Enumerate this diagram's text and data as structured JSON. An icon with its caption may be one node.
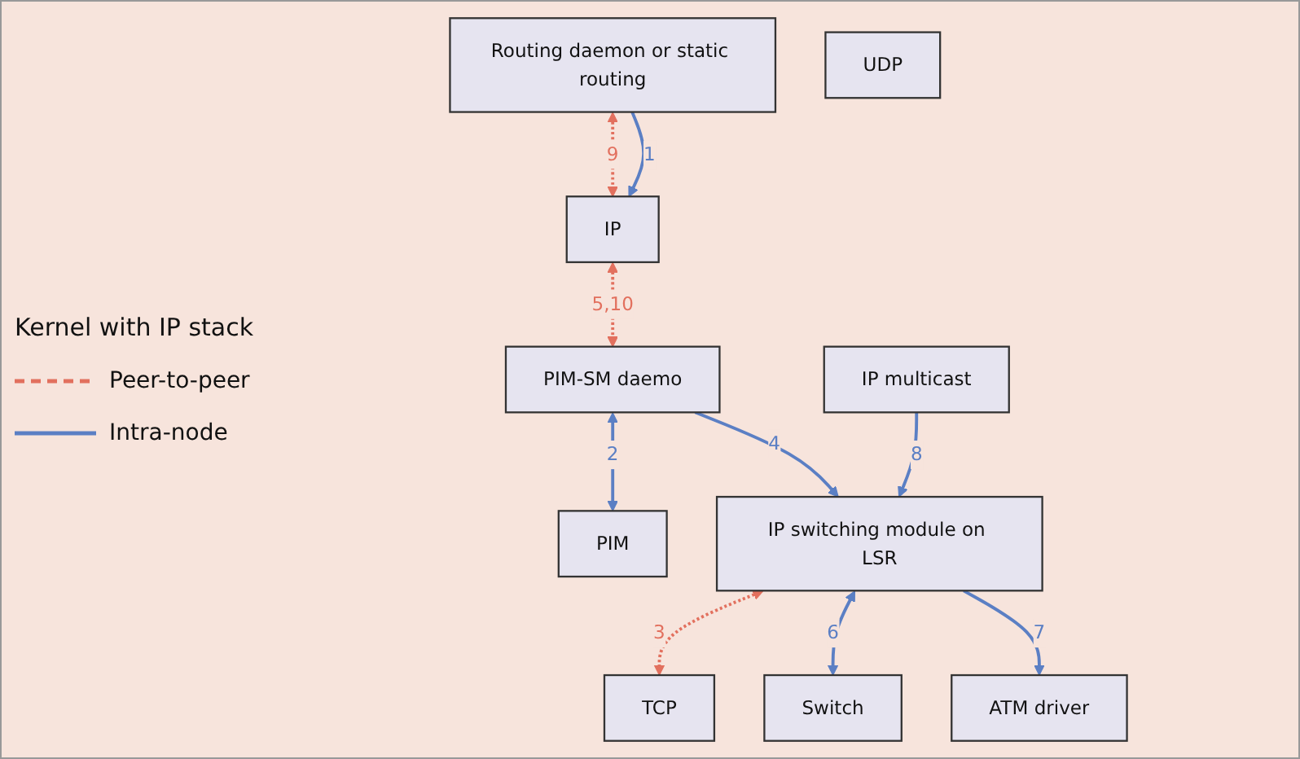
{
  "diagram": {
    "nodes": [
      {
        "text": [
          "IP switching module on LSR"
        ]
      },
      {
        "text": [
          "Routing daemon or static routing"
        ]
      },
      {
        "text": [
          "PIM-SM daemo"
        ]
      },
      {
        "text": [
          "Switch"
        ]
      },
      {
        "text": [
          "TCP"
        ]
      },
      {
        "text": [
          "UDP"
        ]
      },
      {
        "text": [
          "PIM"
        ]
      },
      {
        "text": [
          "IP"
        ]
      },
      {
        "text": [
          "IP multicast"
        ]
      },
      {
        "text": [
          "ATM driver"
        ]
      }
    ],
    "edges": [
      {
        "from": 0,
        "to": 4,
        "arrow": "both",
        "label": "3",
        "style": "dashed",
        "color": "#e2705e"
      },
      {
        "from": 7,
        "to": 2,
        "arrow": "both",
        "label": "5,10",
        "style": "dashed",
        "color": "#e2705e"
      },
      {
        "from": 1,
        "to": 7,
        "arrow": "both",
        "label": "9",
        "style": "dashed",
        "color": "#e2705e"
      },
      {
        "from": 1,
        "to": 7,
        "arrow": "to",
        "label": "1"
      },
      {
        "from": 2,
        "to": 6,
        "arrow": "both",
        "label": "2"
      },
      {
        "from": 2,
        "to": 0,
        "arrow": "to",
        "label": "4"
      },
      {
        "from": 8,
        "to": 0,
        "arrow": "to",
        "label": "8"
      },
      {
        "from": 0,
        "to": 3,
        "arrow": "both",
        "label": "6"
      },
      {
        "from": 0,
        "to": 9,
        "arrow": "to",
        "label": "7"
      }
    ],
    "labels": [
      "Kernel with IP stack"
    ],
    "legend": [
      {
        "text": "Peer-to-peer"
      },
      {
        "text": "Intra-node"
      }
    ]
  }
}
